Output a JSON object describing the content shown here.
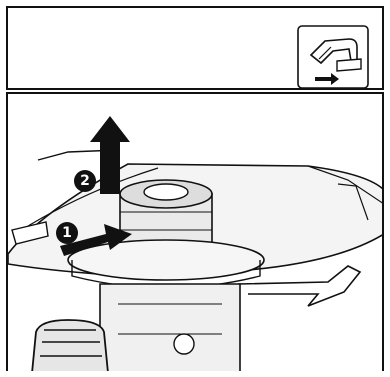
{
  "steps": [
    {
      "number": "1",
      "direction": "push-right"
    },
    {
      "number": "2",
      "direction": "lift-up"
    }
  ],
  "icons": {
    "header_icon": "catch-release-icon",
    "arrow_1": "arrow-right-icon",
    "arrow_2": "arrow-up-icon"
  },
  "colors": {
    "line": "#111111",
    "background": "#ffffff"
  }
}
